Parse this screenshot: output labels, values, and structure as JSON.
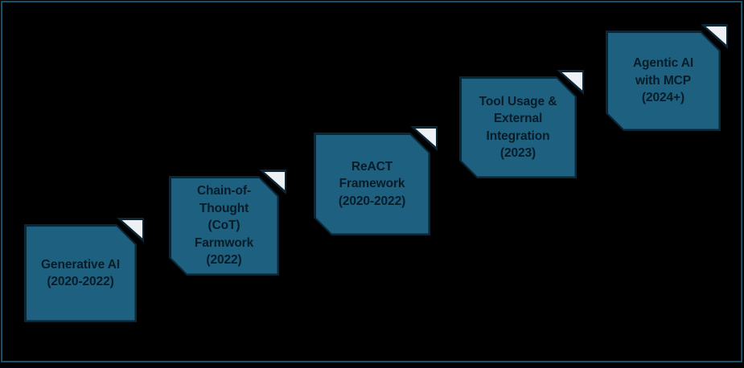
{
  "canvas": {
    "background_color": "#000000",
    "frame_border_color": "#15506C"
  },
  "box_style": {
    "fill_color": "#1D6080",
    "border_color": "#0D2635",
    "fold_color": "#EDF1F5",
    "text_color": "#081C28"
  },
  "icons": {
    "fold": "folded-corner-icon"
  },
  "boxes": [
    {
      "id": "generative-ai",
      "lines": [
        "Generative AI",
        "(2020-2022)"
      ]
    },
    {
      "id": "chain-of-thought",
      "lines": [
        "Chain-of-",
        "Thought",
        "(CoT)",
        "Farmwork",
        "(2022)"
      ]
    },
    {
      "id": "react-framework",
      "lines": [
        "ReACT",
        "Framework",
        "(2020-2022)"
      ]
    },
    {
      "id": "tool-usage",
      "lines": [
        "Tool Usage &",
        "External",
        "Integration",
        "(2023)"
      ]
    },
    {
      "id": "agentic-ai-mcp",
      "lines": [
        "Agentic AI",
        "with MCP",
        "(2024+)"
      ]
    }
  ]
}
